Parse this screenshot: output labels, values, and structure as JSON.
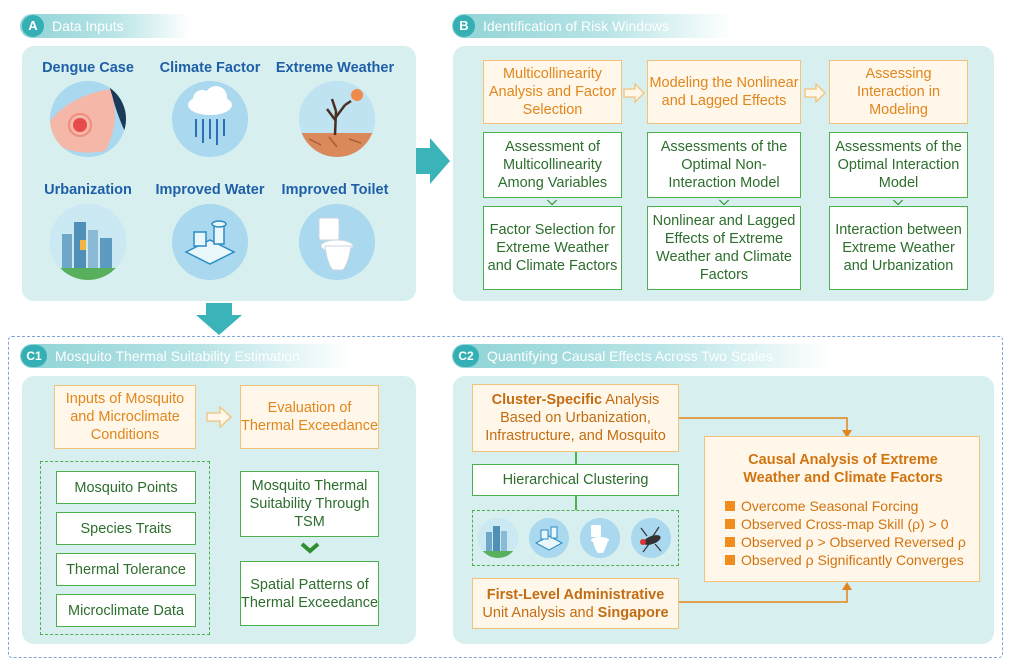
{
  "sections": {
    "a": {
      "badge": "A",
      "title": "Data Inputs"
    },
    "b": {
      "badge": "B",
      "title": "Identification of Risk Windows"
    },
    "c1": {
      "badge": "C1",
      "title": "Mosquito Thermal Suitability Estimation"
    },
    "c2": {
      "badge": "C2",
      "title": "Quantifying Causal Effects Across Two Scales"
    }
  },
  "data_inputs": [
    {
      "label": "Dengue Case",
      "icon": "dengue-case-icon"
    },
    {
      "label": "Climate Factor",
      "icon": "rain-cloud-icon"
    },
    {
      "label": "Extreme Weather",
      "icon": "drought-tree-icon"
    },
    {
      "label": "Urbanization",
      "icon": "city-skyline-icon"
    },
    {
      "label": "Improved Water",
      "icon": "water-plant-icon"
    },
    {
      "label": "Improved Toilet",
      "icon": "toilet-icon"
    }
  ],
  "risk_windows": {
    "columns": [
      {
        "top": "Multicollinearity Analysis and Factor Selection",
        "mid": "Assessment of Multicollinearity Among Variables",
        "bottom": "Factor Selection for Extreme Weather and Climate Factors"
      },
      {
        "top": "Modeling the Nonlinear and Lagged Effects",
        "mid": "Assessments of the Optimal Non-Interaction Model",
        "bottom": "Nonlinear and Lagged Effects of Extreme Weather and Climate Factors"
      },
      {
        "top": "Assessing Interaction in Modeling",
        "mid": "Assessments of the Optimal Interaction Model",
        "bottom": "Interaction between Extreme Weather and Urbanization"
      }
    ]
  },
  "thermal": {
    "inputs_box": "Inputs of Mosquito and Microclimate Conditions",
    "inputs_list": [
      "Mosquito Points",
      "Species Traits",
      "Thermal Tolerance",
      "Microclimate Data"
    ],
    "evaluation_box": "Evaluation of Thermal Exceedance",
    "tsm_box": "Mosquito Thermal Suitability Through TSM",
    "spatial_box": "Spatial Patterns of Thermal Exceedance"
  },
  "causal": {
    "cluster_bold": "Cluster-Specific",
    "cluster_rest": " Analysis Based on Urbanization, Infrastructure, and Mosquito",
    "hierarchical": "Hierarchical Clustering",
    "cluster_icons": [
      "city-skyline-icon",
      "water-plant-icon",
      "toilet-icon",
      "mosquito-icon"
    ],
    "admin_bold": "First-Level Administrative",
    "admin_mid": "Unit Analysis and ",
    "admin_sg": "Singapore",
    "result_title": "Causal Analysis of Extreme Weather and Climate Factors",
    "bullets": [
      "Overcome Seasonal Forcing",
      "Observed Cross-map Skill (ρ) > 0",
      "Observed ρ > Observed Reversed ρ",
      "Observed ρ Significantly Converges"
    ]
  },
  "colors": {
    "panel_bg": "#d7efef",
    "header_teal": "#34afb4",
    "arrow_teal": "#3ab3b9",
    "orange_border": "#f2c27b",
    "orange_text": "#e1861c",
    "green_border": "#4cb04c",
    "label_blue": "#1f5fa8"
  }
}
